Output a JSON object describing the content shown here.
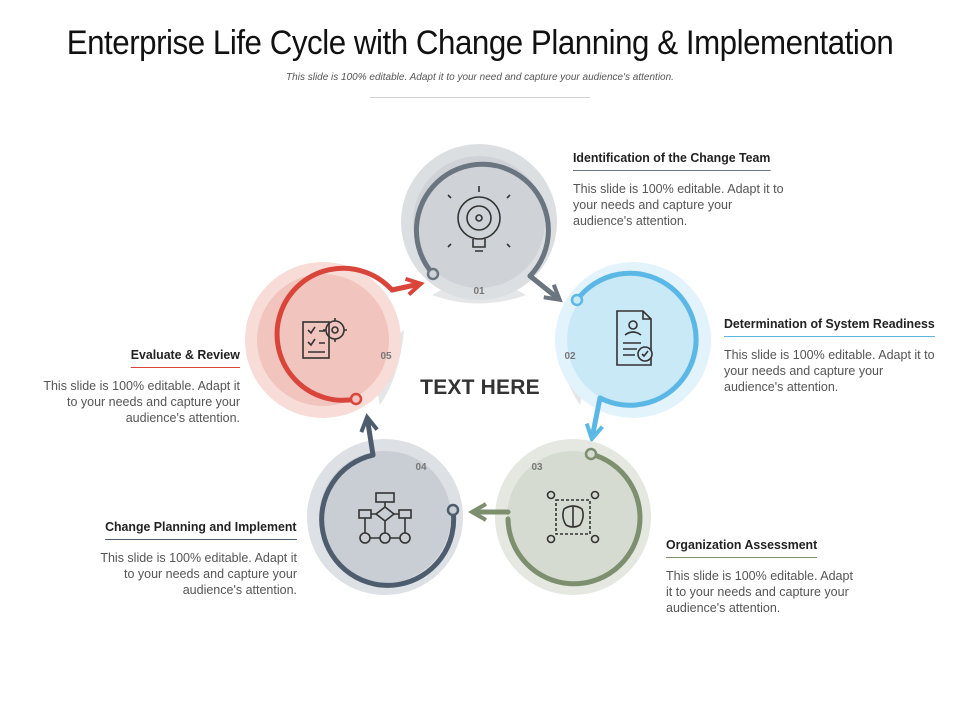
{
  "title": "Enterprise Life Cycle with Change Planning & Implementation",
  "subtitle": "This slide is 100% editable. Adapt it to your need and capture your audience's attention.",
  "center_text": "TEXT HERE",
  "steps": [
    {
      "number": "01",
      "heading": "Identification of the Change Team",
      "body": "This slide is 100% editable. Adapt it to your needs and capture your audience's attention.",
      "color": "#6b7580",
      "fill": "#cfd3d7",
      "icon": "lightbulb-gear-icon"
    },
    {
      "number": "02",
      "heading": "Determination of System Readiness",
      "body": "This slide is 100% editable. Adapt it to your needs and capture your audience's attention.",
      "color": "#5bb8e6",
      "fill": "#c9e9f7",
      "icon": "document-check-icon"
    },
    {
      "number": "03",
      "heading": "Organization Assessment",
      "body": "This slide is 100% editable. Adapt it to your needs and capture your audience's attention.",
      "color": "#7d8f6e",
      "fill": "#d5dbd0",
      "icon": "brain-network-icon"
    },
    {
      "number": "04",
      "heading": "Change Planning and Implement",
      "body": "This slide is 100% editable. Adapt it to your needs and capture your audience's attention.",
      "color": "#4d5d6e",
      "fill": "#c9ced4",
      "icon": "flowchart-icon"
    },
    {
      "number": "05",
      "heading": "Evaluate & Review",
      "body": "This slide is 100% editable. Adapt it to your needs and capture your audience's attention.",
      "color": "#d9453a",
      "fill": "#f2c4be",
      "icon": "checklist-gear-icon"
    }
  ]
}
